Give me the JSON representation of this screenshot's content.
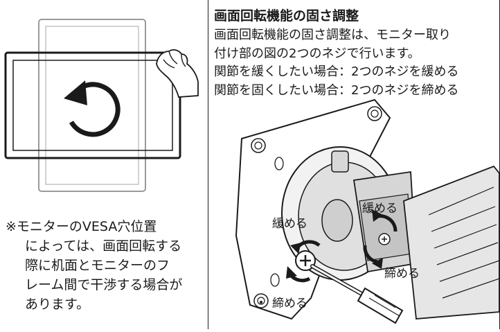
{
  "left_figure": {
    "rotate_icon": "rotate-arrow-icon",
    "hand_icon": "hand-icon"
  },
  "note": {
    "lines": [
      "※モニターのVESA穴位置",
      "によっては、画面回転する",
      "際に机面とモニターのフ",
      "レーム間で干渉する場合が",
      "あります。"
    ]
  },
  "panel": {
    "title": "画面回転機能の固さ調整",
    "body_lines": [
      "画面回転機能の固さ調整は、モニター取り",
      "付け部の図の2つのネジで行います。",
      "関節を緩くしたい場合：2つのネジを緩める",
      "関節を固くしたい場合：2つのネジを締める"
    ]
  },
  "mount_figure": {
    "labels": {
      "loosen_left": "緩める",
      "loosen_right": "緩める",
      "tighten_right": "締める",
      "tighten_bottom": "締める"
    },
    "screwdriver_icon": "screwdriver-icon"
  }
}
